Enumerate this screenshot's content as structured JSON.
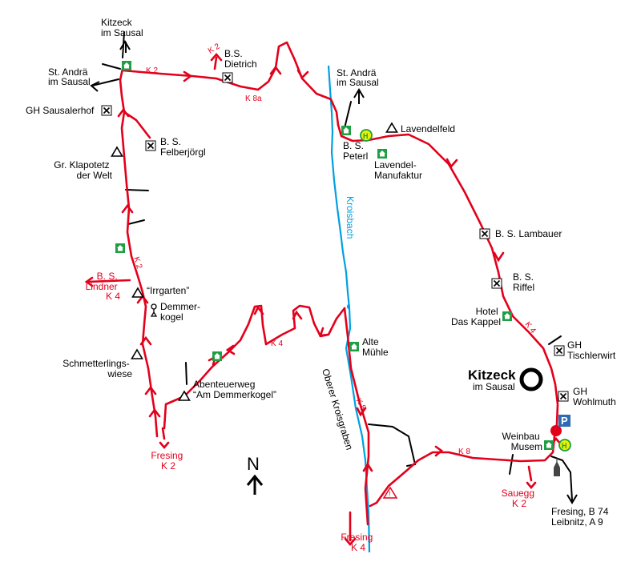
{
  "colors": {
    "route": "#e3001b",
    "river": "#00a0e0",
    "road": "#000000",
    "hut": "#1f9e44",
    "bus": "#e8f000",
    "parking": "#2d6ab2"
  },
  "places": {
    "kitzeck_top": [
      "Kitzeck",
      "im Sausal"
    ],
    "st_andrae_west": [
      "St. Andrä",
      "im Sausal"
    ],
    "gh_sausalerhof": "GH Sausalerhof",
    "bs_felberjoergl": [
      "B. S.",
      "Felberjörgl"
    ],
    "gr_klapotetz": [
      "Gr. Klapotetz",
      "der Welt"
    ],
    "bs_lindner": [
      "B. S.",
      "Lindner",
      "K 4"
    ],
    "irrgarten": "“Irrgarten”",
    "demmerkogel": [
      "Demmer-",
      "kogel"
    ],
    "schmetterlingswiese": [
      "Schmetterlings-",
      "wiese"
    ],
    "abenteuerweg": [
      "Abenteuerweg",
      "“Am Demmerkogel”"
    ],
    "fresing_k2": [
      "Fresing",
      "K 2"
    ],
    "bs_dietrich": [
      "B.S.",
      "Dietrich"
    ],
    "st_andrae_east": [
      "St. Andrä",
      "im Sausal"
    ],
    "lavendelfeld": "Lavendelfeld",
    "bs_peterl": [
      "B. S.",
      "Peterl"
    ],
    "lavendel_manufaktur": [
      "Lavendel-",
      "Manufaktur"
    ],
    "kroisbach": "Kroisbach",
    "bs_lambauer": "B. S. Lambauer",
    "bs_riffel": [
      "B. S.",
      "Riffel"
    ],
    "hotel_kappel": [
      "Hotel",
      "Das Kappel"
    ],
    "gh_tischlerwirt": [
      "GH",
      "Tischlerwirt"
    ],
    "kitzeck_center_big": "Kitzeck",
    "kitzeck_center_small": "im Sausal",
    "gh_wohlmuth": [
      "GH",
      "Wohlmuth"
    ],
    "weinbau_museum": [
      "Weinbau",
      "Musem"
    ],
    "alte_muehle": [
      "Alte",
      "Mühle"
    ],
    "oberer_kroisgraben": "Oberer Kroisgraben",
    "sauegg_k2": [
      "Sauegg",
      "K 2"
    ],
    "fresing_b74": [
      "Fresing, B 74",
      "Leibnitz, A 9"
    ],
    "fresing_k4": [
      "Fresing",
      "K 4"
    ]
  },
  "roads": {
    "k2_top": "K 2",
    "k2_dietrich": "K 2",
    "k8a": "K 8a",
    "k2_west": "K 2",
    "k4_west": "K 4",
    "k4_east": "K 4",
    "k8_mid": "K 8",
    "k8_south": "K 8"
  },
  "symbols": {
    "north": "N",
    "parking": "P",
    "bus": "H",
    "warning": "!"
  }
}
